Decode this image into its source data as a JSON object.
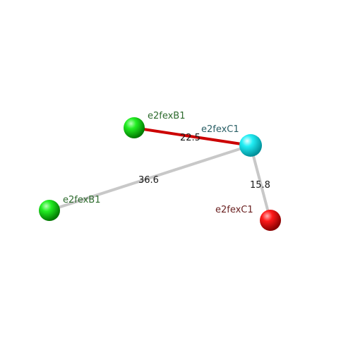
{
  "nodes": [
    {
      "id": "n1",
      "label": "e2fexB1",
      "color": "#00dd00",
      "label_color": "#2e6b2e"
    },
    {
      "id": "n2",
      "label": "e2fexC1",
      "color": "#00e5ee",
      "label_color": "#2a5f66"
    },
    {
      "id": "n3",
      "label": "e2fexB1",
      "color": "#00dd00",
      "label_color": "#2e6b2e"
    },
    {
      "id": "n4",
      "label": "e2fexC1",
      "color": "#ee0000",
      "label_color": "#6b2222"
    }
  ],
  "edges": [
    {
      "from": "n1",
      "to": "n2",
      "label": "22.5",
      "color": "#cc0000"
    },
    {
      "from": "n3",
      "to": "n2",
      "label": "36.6",
      "color": "#c8c8c8"
    },
    {
      "from": "n2",
      "to": "n4",
      "label": "15.8",
      "color": "#c8c8c8"
    }
  ]
}
